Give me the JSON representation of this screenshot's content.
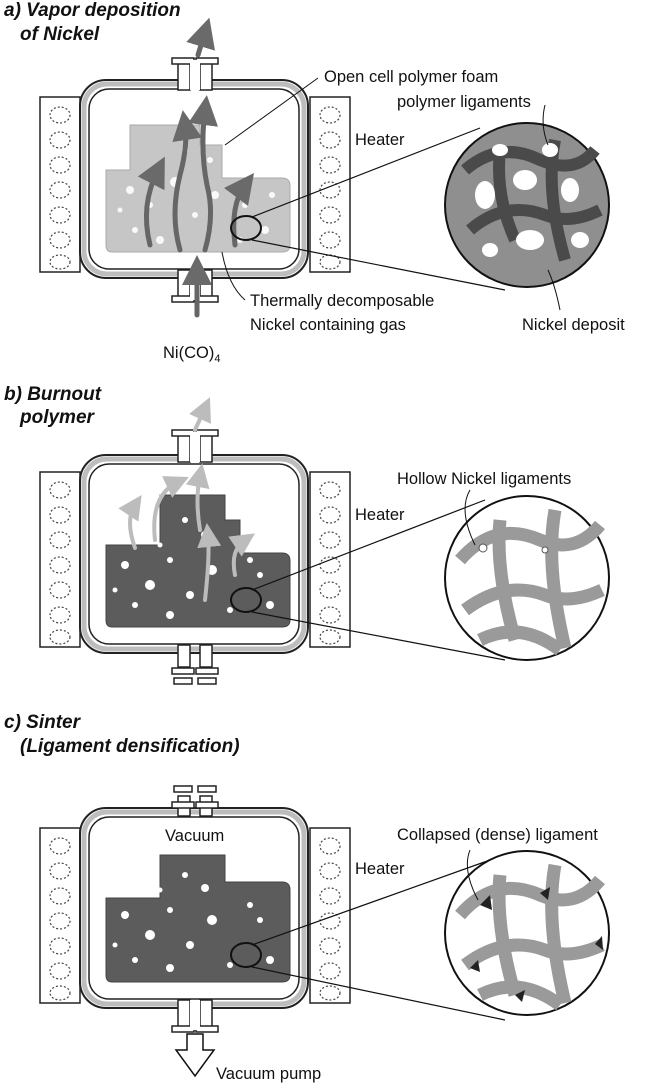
{
  "panel_a": {
    "title_line1": "a)  Vapor deposition",
    "title_line2": "of Nickel",
    "label_foam": "Open cell polymer foam",
    "label_ligaments": "polymer ligaments",
    "label_heater": "Heater",
    "label_gas_line1": "Thermally decomposable",
    "label_gas_line2": "Nickel containing gas",
    "label_deposit": "Nickel deposit",
    "label_feed": "Ni(CO)",
    "label_feed_sub": "4"
  },
  "panel_b": {
    "title_line1": "b)  Burnout",
    "title_line2": "polymer",
    "label_heater": "Heater",
    "label_hollow": "Hollow Nickel ligaments"
  },
  "panel_c": {
    "title_line1": "c)  Sinter",
    "title_line2": "(Ligament densification)",
    "label_vacuum": "Vacuum",
    "label_heater": "Heater",
    "label_collapsed": "Collapsed (dense) ligament",
    "label_pump": "Vacuum pump"
  },
  "colors": {
    "chamber_wall": "#bdbdbd",
    "foam_light": "#c8c8c8",
    "foam_dark": "#606060",
    "nickel_mid": "#9a9a9a",
    "outline": "#222222"
  }
}
